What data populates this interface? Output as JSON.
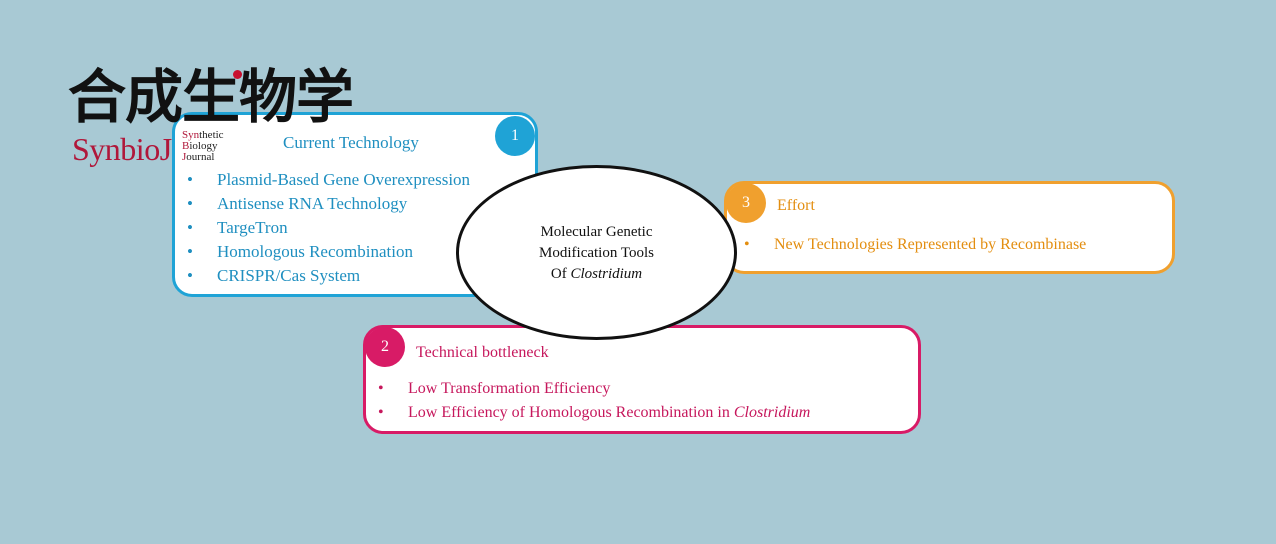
{
  "logo": {
    "cn": "合成生物学",
    "en": "SynbioJ",
    "sub": [
      {
        "lead": "Syn",
        "rest": "thetic"
      },
      {
        "lead": "B",
        "rest": "iology"
      },
      {
        "lead": "J",
        "rest": "ournal"
      }
    ]
  },
  "center": {
    "line1": "Molecular Genetic",
    "line2": "Modification Tools",
    "line3_prefix": "Of ",
    "line3_italic": "Clostridium"
  },
  "box1": {
    "number": "1",
    "title": "Current Technology",
    "items": [
      "Plasmid-Based Gene Overexpression",
      "Antisense RNA Technology",
      "TargeTron",
      "Homologous Recombination",
      "CRISPR/Cas System"
    ]
  },
  "box2": {
    "number": "2",
    "title": "Technical bottleneck",
    "item1": "Low Transformation Efficiency",
    "item2_prefix": "Low Efficiency of Homologous Recombination in ",
    "item2_italic": "Clostridium"
  },
  "box3": {
    "number": "3",
    "title": "Effort",
    "items": [
      "New Technologies Represented by Recombinase"
    ]
  },
  "colors": {
    "background": "#a8c9d4",
    "box1": "#1fa3d6",
    "box2": "#d81b66",
    "box3": "#f0a02e",
    "logo_red": "#b0173a"
  }
}
